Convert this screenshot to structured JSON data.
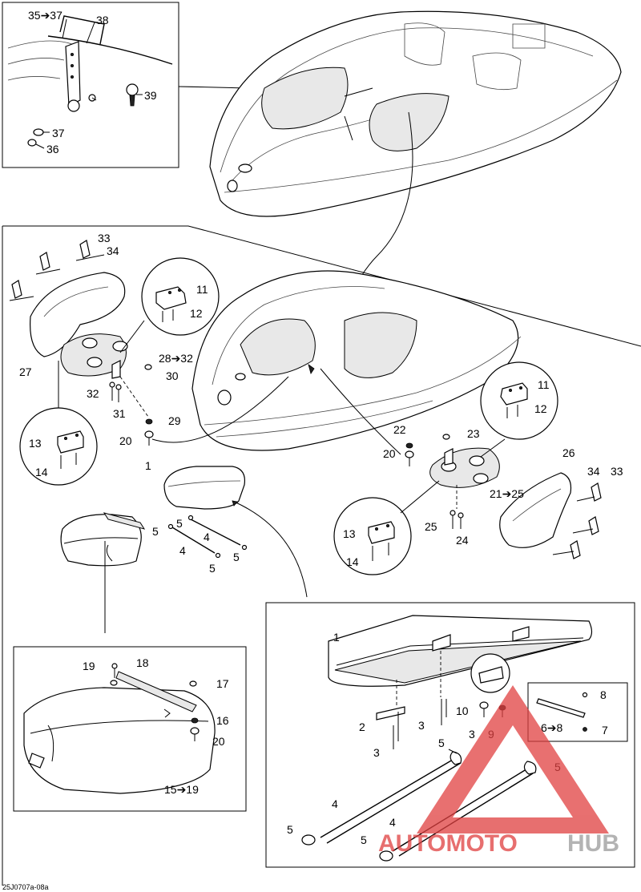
{
  "diagram": {
    "ref_code": "25J0707a-08a",
    "labels": {
      "l35_37": "35➔37",
      "l38": "38",
      "l39": "39",
      "l37": "37",
      "l36": "36",
      "l33a": "33",
      "l34a": "34",
      "l27": "27",
      "l11a": "11",
      "l12a": "12",
      "l28_32": "28➔32",
      "l30": "30",
      "l32": "32",
      "l31": "31",
      "l29": "29",
      "l20a": "20",
      "l13a": "13",
      "l14a": "14",
      "l1a": "1",
      "l5a": "5",
      "l4a": "4",
      "l4b": "4",
      "l5b": "5",
      "l5c": "5",
      "l5d": "5",
      "l22": "22",
      "l23": "23",
      "l20b": "20",
      "l11b": "11",
      "l12b": "12",
      "l26": "26",
      "l34b": "34",
      "l33b": "33",
      "l21_25": "21➔25",
      "l25": "25",
      "l24": "24",
      "l13b": "13",
      "l14b": "14",
      "l19": "19",
      "l18": "18",
      "l17": "17",
      "l16": "16",
      "l20c": "20",
      "l15_19": "15➔19",
      "l1b": "1",
      "l2": "2",
      "l3a": "3",
      "l3b": "3",
      "l3c": "3",
      "l10": "10",
      "l9": "9",
      "l8": "8",
      "l6_8": "6➔8",
      "l7": "7",
      "l5e": "5",
      "l5f": "5",
      "l4c": "4",
      "l4d": "4",
      "l5g": "5",
      "l5h": "5"
    },
    "watermark": {
      "text_a": "AUTOMOTO",
      "text_b": "HUB",
      "color_red": "#e04040",
      "color_gray": "#9a9a9a"
    }
  }
}
